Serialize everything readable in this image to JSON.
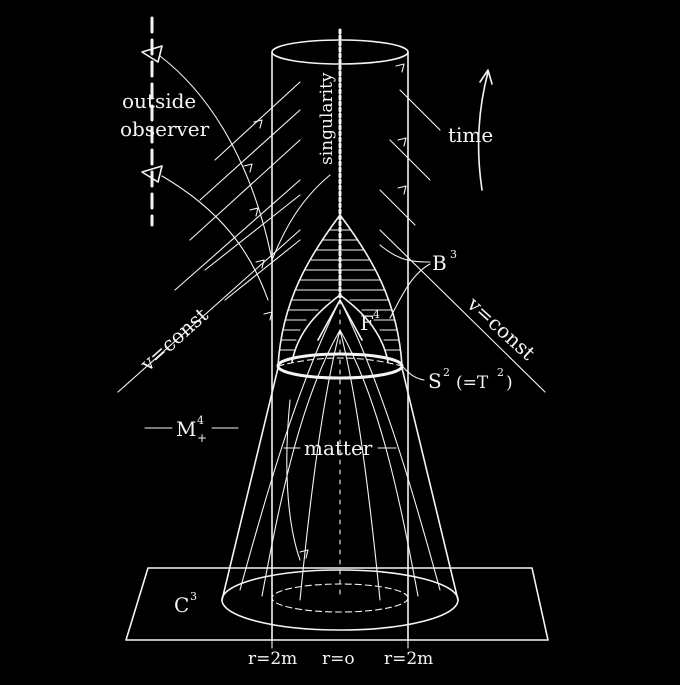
{
  "labels": {
    "outside": "outside",
    "observer": "observer",
    "singularity": "singularity",
    "time": "time",
    "v_const_left": "v=const",
    "v_const_right": "v=const",
    "b3": "B",
    "b3_sup": "3",
    "f4": "F",
    "f4_sup": "4",
    "s2_main": "S",
    "s2_sup": "2",
    "s2_paren": "(=T",
    "s2_paren_sup": "2",
    "s2_close": ")",
    "m4": "M",
    "m4_sup": "4",
    "m4_sub": "+",
    "matter": "matter",
    "c3": "C",
    "c3_sup": "3",
    "r_left": "r=2m",
    "r_center": "r=o",
    "r_right": "r=2m"
  },
  "colors": {
    "background": "#000000",
    "ink": "#f4f4f4"
  }
}
